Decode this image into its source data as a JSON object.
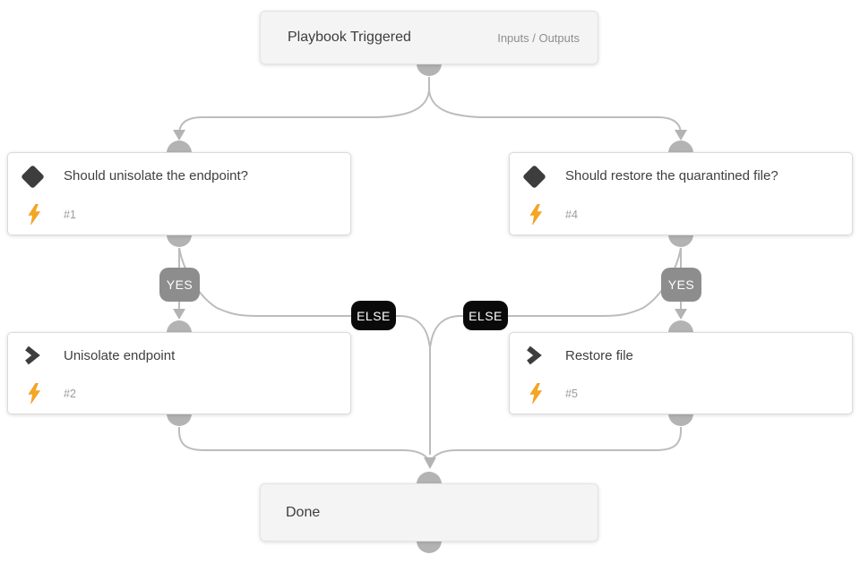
{
  "workflow": {
    "start": {
      "title": "Playbook Triggered",
      "io_label": "Inputs / Outputs"
    },
    "decisions": [
      {
        "title": "Should unisolate the endpoint?",
        "id": "#1"
      },
      {
        "title": "Should restore the quarantined file?",
        "id": "#4"
      }
    ],
    "actions": [
      {
        "title": "Unisolate endpoint",
        "id": "#2"
      },
      {
        "title": "Restore file",
        "id": "#5"
      }
    ],
    "end": {
      "title": "Done"
    },
    "branch_labels": {
      "yes": "YES",
      "else": "ELSE"
    }
  },
  "icons": {
    "decision": "diamond-icon",
    "action": "chevron-right-icon",
    "automation": "lightning-bolt-icon"
  },
  "colors": {
    "page_background": "#ffffff",
    "terminal_node_background": "#f4f4f4",
    "terminal_node_border": "#e3e3e3",
    "step_node_background": "#ffffff",
    "step_node_border": "#dbdbdb",
    "title_text": "#3d3d3d",
    "muted_text": "#8e8e8e",
    "id_text": "#9c9c9c",
    "edge_line": "#bcbcbc",
    "connector": "#b3b3b3",
    "yes_badge_background": "#8d8d8d",
    "else_badge_background": "#0a0a0a",
    "icon_dark": "#3d3d3d",
    "bolt_orange": "#f5a623"
  }
}
